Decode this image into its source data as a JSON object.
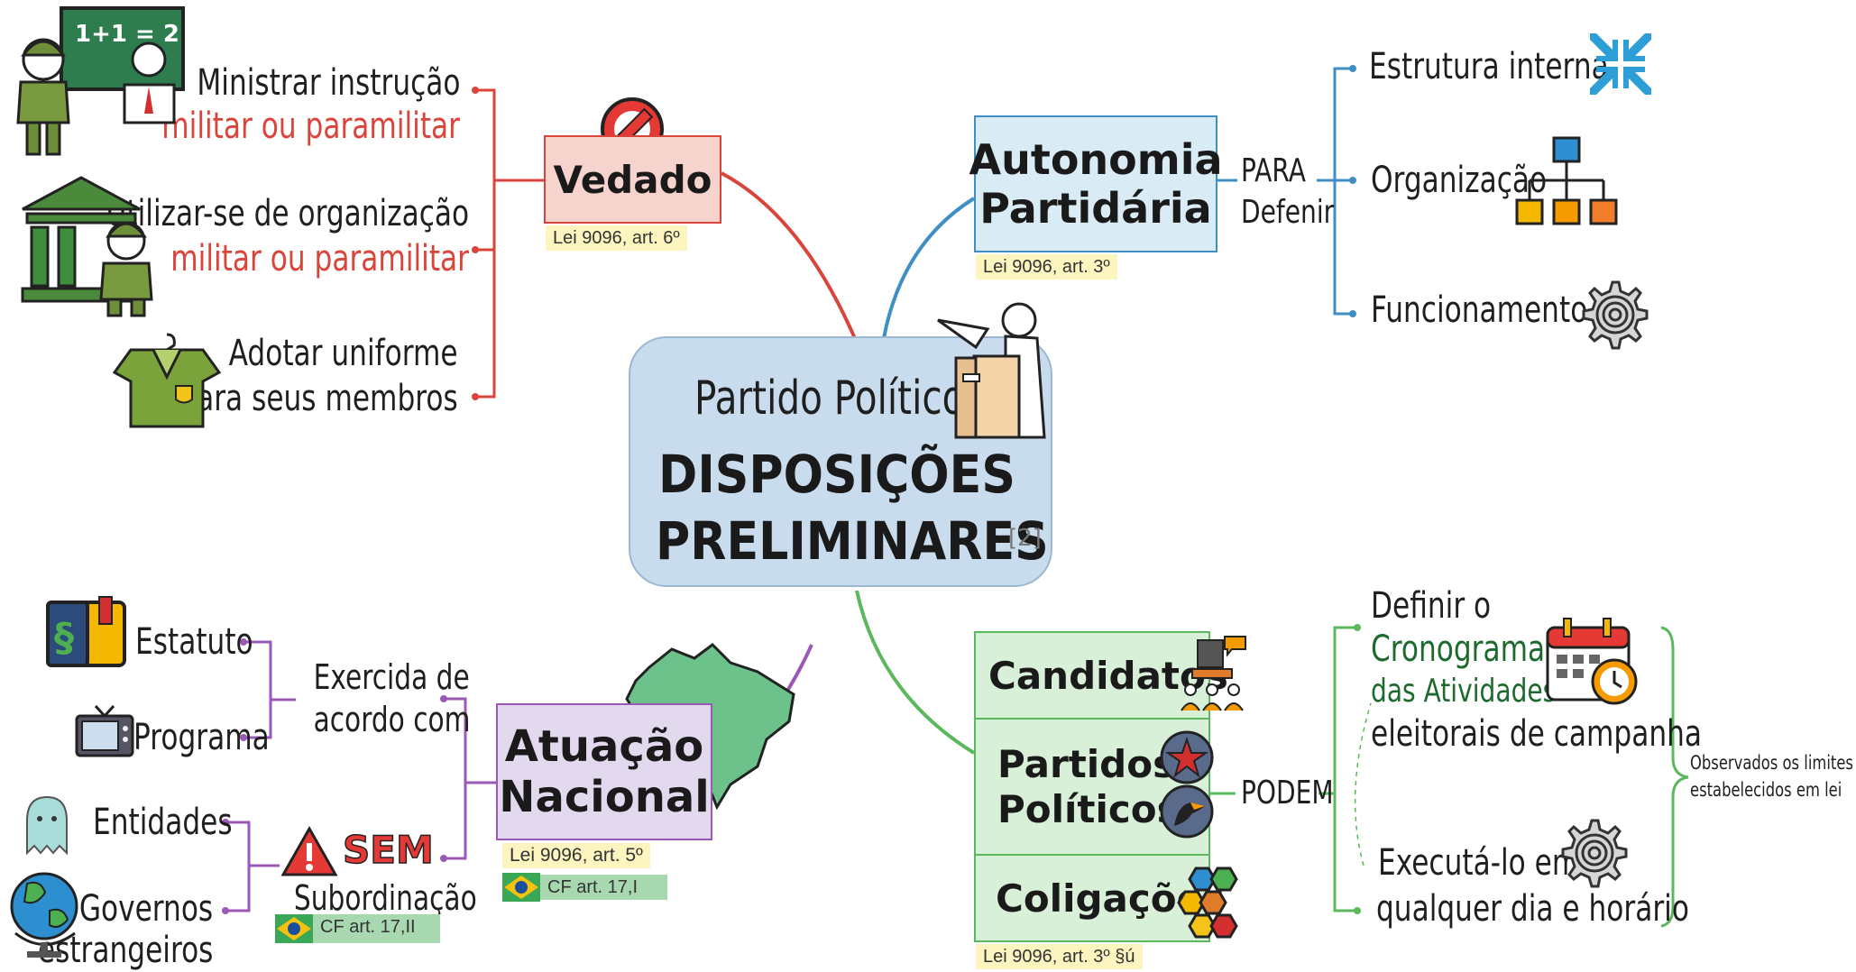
{
  "center": {
    "subtitle": "Partido Político",
    "title_line1": "DISPOSIÇÕES",
    "title_line2": "PRELIMINARES",
    "tag": "[2]"
  },
  "vedado": {
    "label": "Vedado",
    "ref": "Lei 9096, art. 6º",
    "color": "#d9453b",
    "items": [
      {
        "line1": "Ministrar instrução",
        "line2": "militar ou paramilitar"
      },
      {
        "line1": "Utilizar-se de organização",
        "line2": "militar ou paramilitar"
      },
      {
        "line1": "Adotar uniforme",
        "line2": "para seus membros"
      }
    ]
  },
  "autonomia": {
    "label_line1": "Autonomia",
    "label_line2": "Partidária",
    "ref": "Lei 9096, art. 3º",
    "connector_line1": "PARA",
    "connector_line2": "Defenir",
    "color": "#3f8fc4",
    "items": [
      "Estrutura interna",
      "Organização",
      "Funcionamento"
    ]
  },
  "atuacao": {
    "label_line1": "Atuação",
    "label_line2": "Nacional",
    "ref_lei": "Lei 9096, art. 5º",
    "ref_cf": "CF art. 17,I",
    "color": "#9b59b6",
    "exercida_line1": "Exercida de",
    "exercida_line2": "acordo com",
    "exercida_items": [
      "Estatuto",
      "Programa"
    ],
    "sem_label": "SEM",
    "subordinacao": "Subordinação",
    "sem_ref": "CF art. 17,II",
    "sem_items": [
      "Entidades",
      "Governos",
      "estrangeiros"
    ]
  },
  "podem": {
    "boxes": [
      "Candidatos",
      "Partidos",
      "Políticos",
      "Coligações"
    ],
    "ref": "Lei 9096, art. 3º §ú",
    "connector": "PODEM",
    "color": "#5cb85c",
    "item1_line1": "Definir o",
    "item1_line2": "Cronograma",
    "item1_line3": "das Atividades",
    "item1_line4": "eleitorais de campanha",
    "item2_line1": "Executá-lo em",
    "item2_line2": "qualquer dia e horário",
    "note_line1": "Observados os limites",
    "note_line2": "estabelecidos em lei"
  },
  "icons": [
    "soldier-teacher-icon",
    "bank-soldier-icon",
    "uniform-icon",
    "prohibited-icon",
    "speaker-podium-icon",
    "compress-arrows-icon",
    "org-chart-icon",
    "gear-icon",
    "law-book-icon",
    "tv-icon",
    "ghost-icon",
    "globe-icon",
    "warning-icon",
    "brazil-map-icon",
    "flag-icon",
    "meeting-icon",
    "star-badge-icon",
    "toucan-badge-icon",
    "hexagons-icon",
    "calendar-clock-icon"
  ]
}
